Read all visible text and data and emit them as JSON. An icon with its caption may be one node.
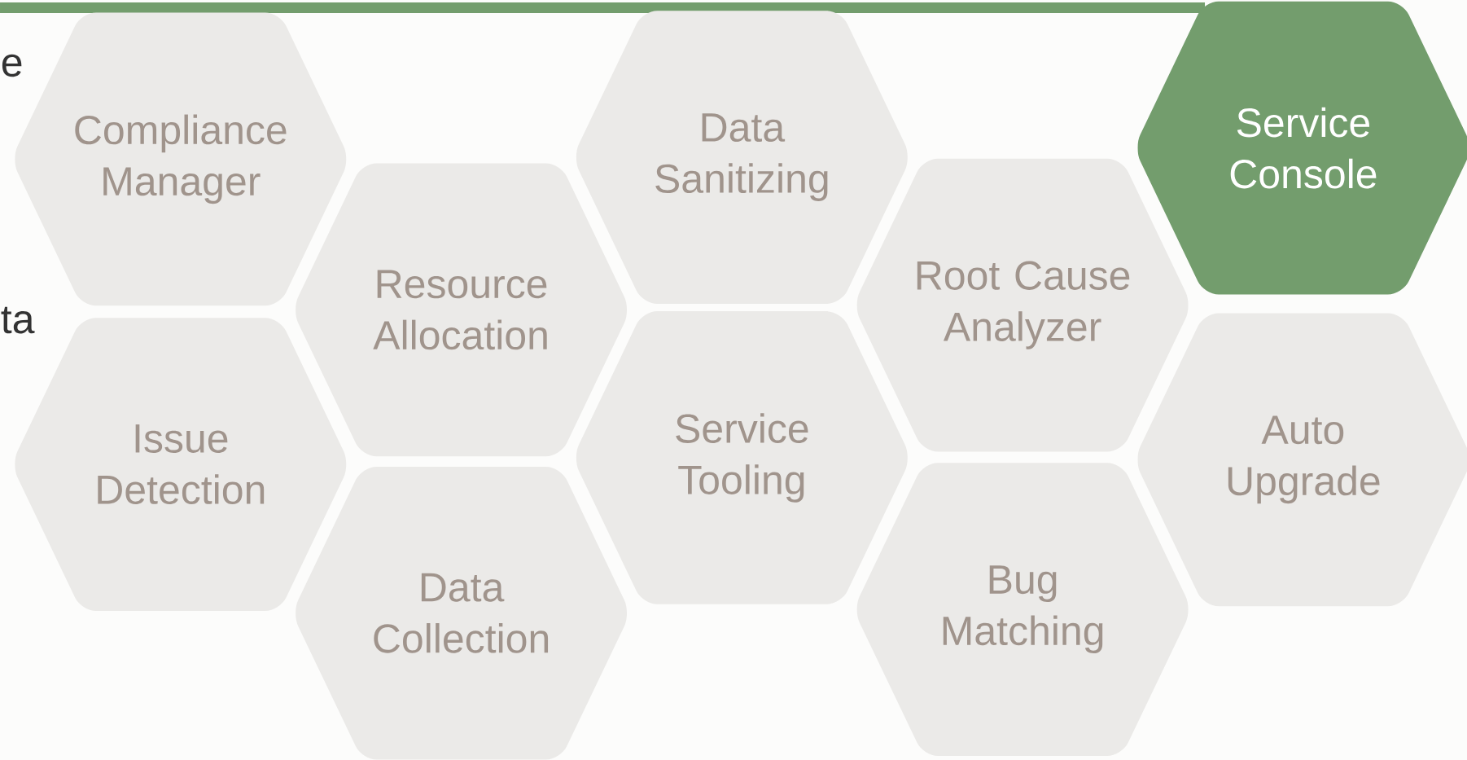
{
  "diagram": {
    "nodes": [
      {
        "text": [
          "Compliance Manager"
        ]
      },
      {
        "text": [
          "Issue Detection"
        ]
      },
      {
        "text": [
          "Resource Allocation"
        ]
      },
      {
        "text": [
          "Data Collection"
        ]
      },
      {
        "text": [
          "Data Sanitizing"
        ]
      },
      {
        "text": [
          "Service Tooling"
        ]
      },
      {
        "text": [
          "Root Cause Analyzer"
        ]
      },
      {
        "text": [
          "Bug Matching"
        ]
      },
      {
        "text": [
          "Service Console"
        ]
      },
      {
        "text": [
          "Auto Upgrade"
        ]
      }
    ],
    "labels": [
      "e",
      "ta"
    ]
  }
}
